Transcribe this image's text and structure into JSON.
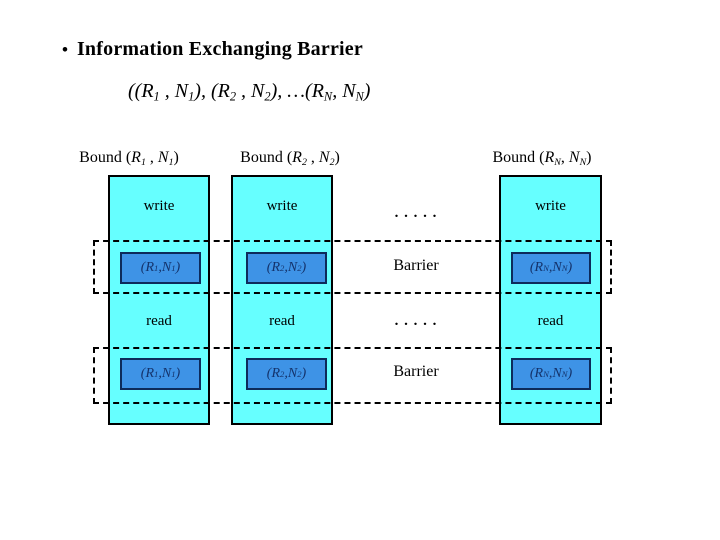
{
  "colors": {
    "background": "#FFFFFF",
    "column_fill": "#66FFFF",
    "column_border": "#000000",
    "tuple_box_fill": "#3E93E6",
    "tuple_box_border": "#0D2B5B",
    "tuple_box_text": "#14336B",
    "dashed_border": "#000000",
    "text": "#000000"
  },
  "title": {
    "bullet": "•",
    "text": "Information Exchanging Barrier"
  },
  "formula": {
    "tokens": [
      {
        "t": "((",
        "i": 1
      },
      {
        "t": "R",
        "i": 1
      },
      {
        "t": "1",
        "i": 1,
        "sub": 1
      },
      {
        "t": " , ",
        "i": 1
      },
      {
        "t": "N",
        "i": 1
      },
      {
        "t": "1",
        "i": 1,
        "sub": 1
      },
      {
        "t": "), (",
        "i": 1
      },
      {
        "t": "R",
        "i": 1
      },
      {
        "t": "2",
        "i": 1,
        "sub": 1
      },
      {
        "t": " , ",
        "i": 1
      },
      {
        "t": "N",
        "i": 1
      },
      {
        "t": "2",
        "i": 1,
        "sub": 1
      },
      {
        "t": "), …(",
        "i": 1
      },
      {
        "t": "R",
        "i": 1
      },
      {
        "t": "N",
        "i": 1,
        "sub": 1
      },
      {
        "t": ", ",
        "i": 1
      },
      {
        "t": "N",
        "i": 1
      },
      {
        "t": "N",
        "i": 1,
        "sub": 1
      },
      {
        "t": ")",
        "i": 1
      }
    ]
  },
  "columns": [
    {
      "header_tokens": [
        {
          "t": "Bound ("
        },
        {
          "t": "R",
          "i": 1
        },
        {
          "t": "1",
          "i": 1,
          "sub": 1
        },
        {
          "t": " , "
        },
        {
          "t": "N",
          "i": 1
        },
        {
          "t": "1",
          "i": 1,
          "sub": 1
        },
        {
          "t": ")"
        }
      ],
      "write_label": "write",
      "read_label": "read",
      "box_tokens": [
        {
          "t": "(",
          "i": 1
        },
        {
          "t": "R",
          "i": 1
        },
        {
          "t": "1",
          "i": 1,
          "sub": 1
        },
        {
          "t": " , ",
          "i": 1
        },
        {
          "t": "N",
          "i": 1
        },
        {
          "t": "1",
          "i": 1,
          "sub": 1
        },
        {
          "t": ")",
          "i": 1
        }
      ]
    },
    {
      "header_tokens": [
        {
          "t": "Bound ("
        },
        {
          "t": "R",
          "i": 1
        },
        {
          "t": "2",
          "i": 1,
          "sub": 1
        },
        {
          "t": " , "
        },
        {
          "t": "N",
          "i": 1
        },
        {
          "t": "2",
          "i": 1,
          "sub": 1
        },
        {
          "t": ")"
        }
      ],
      "write_label": "write",
      "read_label": "read",
      "box_tokens": [
        {
          "t": "(",
          "i": 1
        },
        {
          "t": "R",
          "i": 1
        },
        {
          "t": "2",
          "i": 1,
          "sub": 1
        },
        {
          "t": " , ",
          "i": 1
        },
        {
          "t": "N",
          "i": 1
        },
        {
          "t": "2",
          "i": 1,
          "sub": 1
        },
        {
          "t": ")",
          "i": 1
        }
      ]
    },
    {
      "header_tokens": [
        {
          "t": "Bound ("
        },
        {
          "t": "R",
          "i": 1
        },
        {
          "t": "N",
          "i": 1,
          "sub": 1
        },
        {
          "t": ", "
        },
        {
          "t": "N",
          "i": 1
        },
        {
          "t": "N",
          "i": 1,
          "sub": 1
        },
        {
          "t": ")"
        }
      ],
      "write_label": "write",
      "read_label": "read",
      "box_tokens": [
        {
          "t": "(",
          "i": 1
        },
        {
          "t": "R",
          "i": 1
        },
        {
          "t": "N",
          "i": 1,
          "sub": 1
        },
        {
          "t": ", ",
          "i": 1
        },
        {
          "t": "N",
          "i": 1
        },
        {
          "t": "N",
          "i": 1,
          "sub": 1
        },
        {
          "t": ")",
          "i": 1
        }
      ]
    }
  ],
  "middle": {
    "dots_top": ". . . . .",
    "dots_bottom": ". . . . .",
    "barrier_top_label": "Barrier",
    "barrier_bottom_label": "Barrier"
  }
}
